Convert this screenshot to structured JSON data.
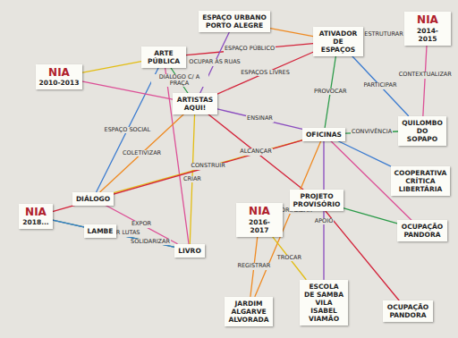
{
  "diagram": {
    "nodes": [
      {
        "text": [
          "ESPAÇO URBANO PORTO ALEGRE"
        ]
      },
      {
        "text": [
          "NIA",
          "2014-2015"
        ]
      },
      {
        "text": [
          "ATIVADOR DE ESPAÇOS"
        ]
      },
      {
        "text": [
          "ARTE PÚBLICA"
        ]
      },
      {
        "text": [
          "NIA",
          "2010-2013"
        ]
      },
      {
        "text": [
          "ARTISTAS AQUI!"
        ]
      },
      {
        "text": [
          "OFICINAS"
        ]
      },
      {
        "text": [
          "QUILOMBO DO SOPAPO"
        ]
      },
      {
        "text": [
          "COOPERATIVA CRÍTICA LIBERTÁRIA"
        ]
      },
      {
        "text": [
          "DIÁLOGO"
        ]
      },
      {
        "text": [
          "NIA",
          "2018..."
        ]
      },
      {
        "text": [
          "PROJETO PROVISÓRIO"
        ]
      },
      {
        "text": [
          "NIA",
          "2016-2017"
        ]
      },
      {
        "text": [
          "OCUPAÇÃO PANDORA"
        ]
      },
      {
        "text": [
          "LAMBE"
        ]
      },
      {
        "text": [
          "LIVRO"
        ]
      },
      {
        "text": [
          "JARDIM ALGARVE ALVORADA"
        ]
      },
      {
        "text": [
          "ESCOLA DE SAMBA VILA ISABEL VIAMÃO"
        ]
      },
      {
        "text": [
          "OCUPAÇÃO PANDORA"
        ]
      }
    ],
    "edges": [
      {
        "from": 4,
        "to": 3,
        "arrow": "none"
      },
      {
        "from": 3,
        "to": 2,
        "arrow": "none",
        "label": "ESPAÇO PÚBLICO"
      },
      {
        "from": 3,
        "to": 5,
        "arrow": "none",
        "label": "DIÁLOGO C/ A PRAÇA"
      },
      {
        "from": 3,
        "to": 9,
        "arrow": "none",
        "label": "ESPAÇO SOCIAL"
      },
      {
        "from": 3,
        "to": 15,
        "arrow": "none"
      },
      {
        "from": 0,
        "to": 5,
        "arrow": "none",
        "label": "OCUPAR AS RUAS"
      },
      {
        "from": 0,
        "to": 2,
        "arrow": "none"
      },
      {
        "from": 2,
        "to": 1,
        "arrow": "none",
        "label": "ESTRUTURAR"
      },
      {
        "from": 2,
        "to": 5,
        "arrow": "none",
        "label": "ESPAÇOS LIVRES"
      },
      {
        "from": 2,
        "to": 6,
        "arrow": "none",
        "label": "PROVOCAR"
      },
      {
        "from": 2,
        "to": 7,
        "arrow": "none",
        "label": "PARTICIPAR"
      },
      {
        "from": 1,
        "to": 7,
        "arrow": "none",
        "label": "CONTEXTUALIZAR"
      },
      {
        "from": 5,
        "to": 6,
        "arrow": "none",
        "label": "ENSINAR"
      },
      {
        "from": 5,
        "to": 9,
        "arrow": "none",
        "label": "COLETIVIZAR"
      },
      {
        "from": 5,
        "to": 15,
        "arrow": "none",
        "label": "CRIAR"
      },
      {
        "from": 5,
        "to": 11,
        "arrow": "none",
        "label": "ALCANÇAR"
      },
      {
        "from": 6,
        "to": 7,
        "arrow": "none",
        "label": "CONVIVÊNCIA"
      },
      {
        "from": 6,
        "to": 8,
        "arrow": "none"
      },
      {
        "from": 6,
        "to": 13,
        "arrow": "none"
      },
      {
        "from": 6,
        "to": 17,
        "arrow": "none",
        "label": "APOIO"
      },
      {
        "from": 6,
        "to": 16,
        "arrow": "none"
      },
      {
        "from": 6,
        "to": 9,
        "arrow": "none",
        "label": "CONSTRUIR"
      },
      {
        "from": 10,
        "to": 6,
        "arrow": "none"
      },
      {
        "from": 10,
        "to": 15,
        "arrow": "none",
        "label": "REGISTRAR LUTAS"
      },
      {
        "from": 10,
        "to": 14,
        "arrow": "none"
      },
      {
        "from": 9,
        "to": 15,
        "arrow": "none",
        "label": "EXPOR"
      },
      {
        "from": 12,
        "to": 11,
        "arrow": "none",
        "label": "TERRITORIALIZAR"
      },
      {
        "from": 12,
        "to": 16,
        "arrow": "none",
        "label": "REGISTRAR"
      },
      {
        "from": 12,
        "to": 17,
        "arrow": "none",
        "label": "TROCAR"
      },
      {
        "from": 11,
        "to": 18,
        "arrow": "none"
      },
      {
        "from": 11,
        "to": 13,
        "arrow": "none"
      },
      {
        "from": 14,
        "to": 15,
        "arrow": "none",
        "label": "SOLIDARIZAR"
      },
      {
        "from": 4,
        "to": 5,
        "arrow": "none"
      }
    ]
  }
}
